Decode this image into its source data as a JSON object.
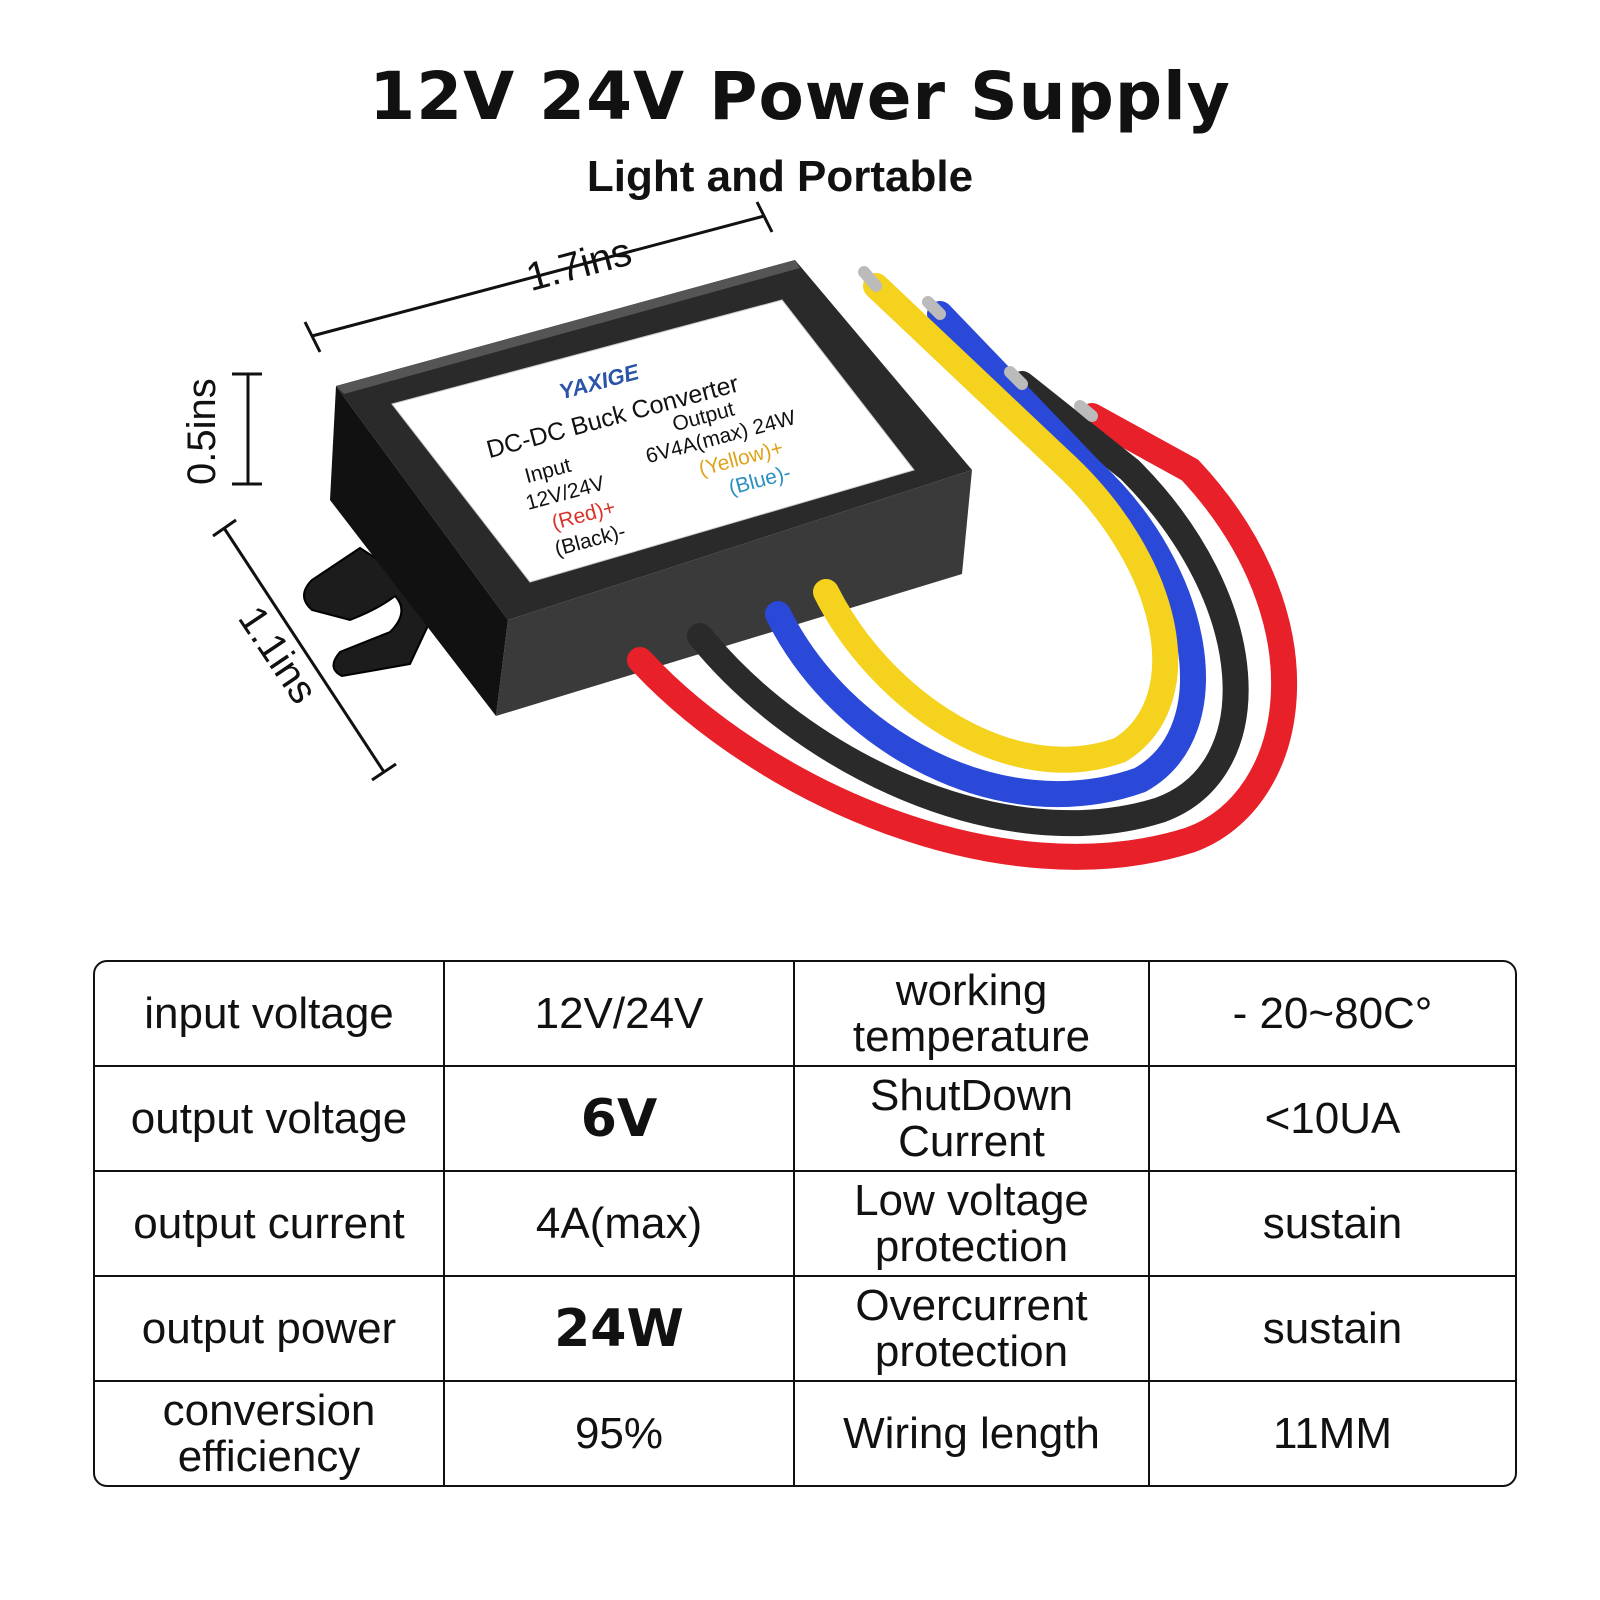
{
  "header": {
    "title": "12V 24V Power Supply",
    "subtitle": "Light and Portable"
  },
  "product": {
    "dimensions": {
      "length": "1.7ins",
      "height": "0.5ins",
      "width": "1.1ins"
    },
    "label": {
      "brand": "YAXIGE",
      "model": "DC-DC Buck Converter",
      "input_heading": "Input",
      "input_voltage": "12V/24V",
      "input_positive": "(Red)+",
      "input_negative": "(Black)-",
      "output_heading": "Output",
      "output_spec": "6V4A(max) 24W",
      "output_positive": "(Yellow)+",
      "output_negative": "(Blue)-"
    },
    "wire_colors": {
      "red": "#e8202a",
      "black": "#2a2a2a",
      "blue": "#2b49d8",
      "yellow": "#f5d21e"
    }
  },
  "specs": {
    "rows": [
      {
        "label": "input voltage",
        "value": "12V/24V",
        "label2": "working temperature",
        "value2": "- 20~80C°"
      },
      {
        "label": "output voltage",
        "value": "6V",
        "label2": "ShutDown Current",
        "value2": "<10UA"
      },
      {
        "label": "output current",
        "value": "4A(max)",
        "label2": "Low voltage protection",
        "value2": "sustain"
      },
      {
        "label": "output power",
        "value": "24W",
        "label2": "Overcurrent protection",
        "value2": "sustain"
      },
      {
        "label": "conversion efficiency",
        "value": "95%",
        "label2": "Wiring length",
        "value2": "11MM"
      }
    ]
  }
}
